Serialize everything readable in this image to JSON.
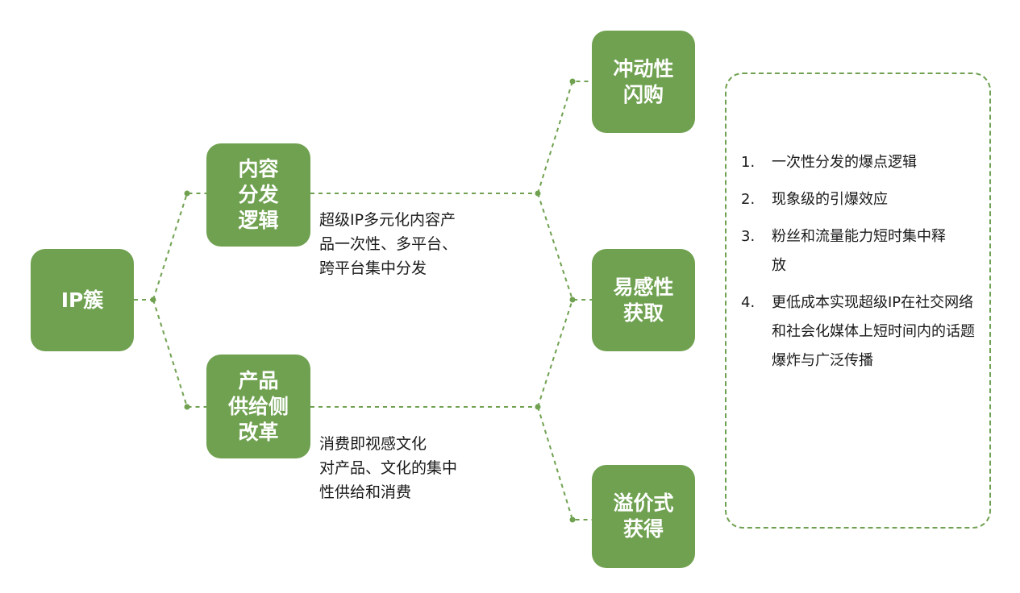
{
  "colors": {
    "node_fill": "#6fa150",
    "connector": "#6fa150",
    "text": "#1a1a1a"
  },
  "root": {
    "label": "IP簇"
  },
  "level1": [
    {
      "label": "内容\n分发\n逻辑",
      "desc": "超级IP多元化内容产\n品一次性、多平台、\n跨平台集中分发"
    },
    {
      "label": "产品\n供给侧\n改革",
      "desc": "消费即视感文化\n对产品、文化的集中\n性供给和消费"
    }
  ],
  "level2": [
    {
      "label": "冲动性\n闪购"
    },
    {
      "label": "易感性\n获取"
    },
    {
      "label": "溢价式\n获得"
    }
  ],
  "notes": [
    {
      "num": "1.",
      "text": "一次性分发的爆点逻辑"
    },
    {
      "num": "2.",
      "text": "现象级的引爆效应"
    },
    {
      "num": "3.",
      "text": "粉丝和流量能力短时集中释放"
    },
    {
      "num": "4.",
      "text": "更低成本实现超级IP在社交网络和社会化媒体上短时间内的话题爆炸与广泛传播"
    }
  ]
}
